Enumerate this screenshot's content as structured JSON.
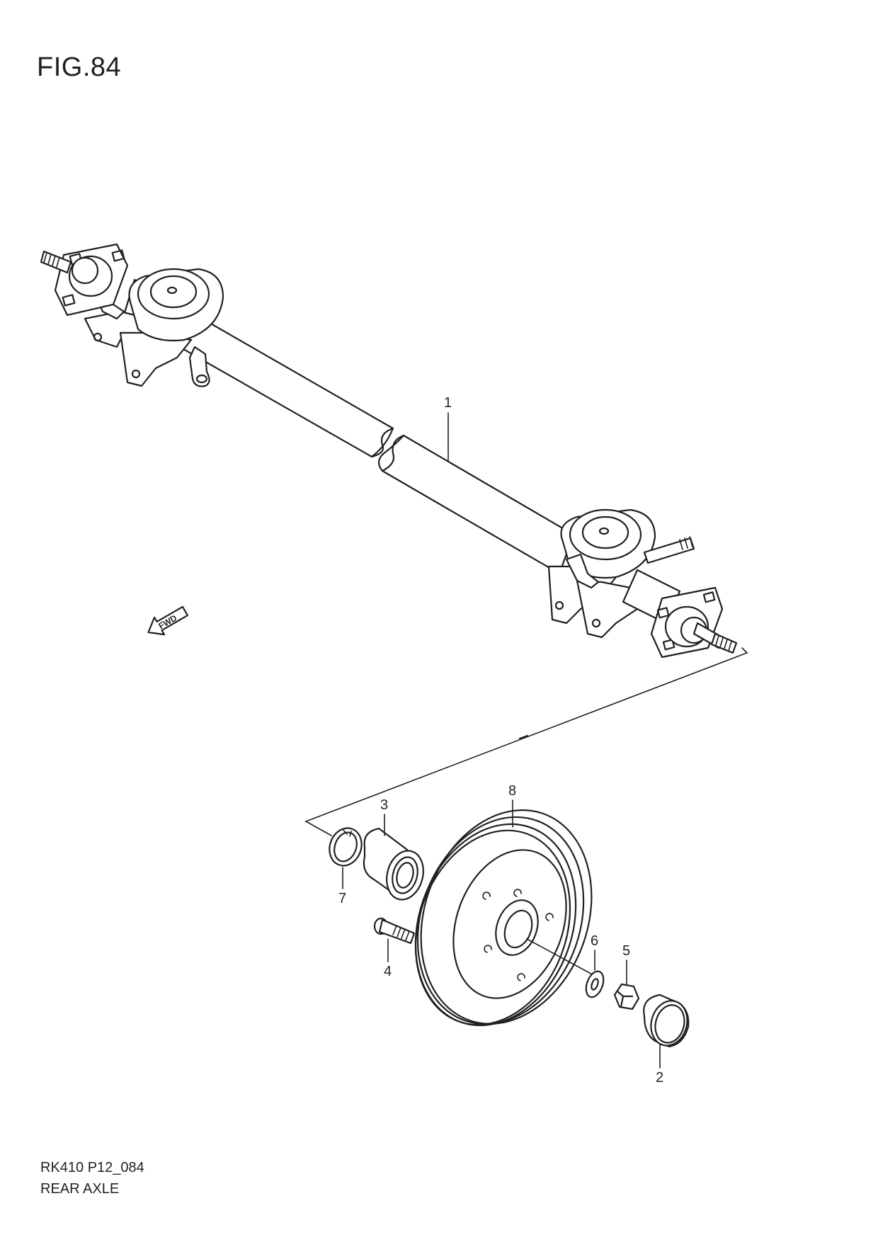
{
  "figure": {
    "title": "FIG.84",
    "model_code": "RK410 P12_084",
    "section_name": "REAR AXLE",
    "direction_label": "FWD"
  },
  "callouts": [
    {
      "id": "1"
    },
    {
      "id": "2"
    },
    {
      "id": "3"
    },
    {
      "id": "4"
    },
    {
      "id": "5"
    },
    {
      "id": "6"
    },
    {
      "id": "7"
    },
    {
      "id": "8"
    }
  ],
  "colors": {
    "line": "#231f20",
    "background": "#ffffff"
  }
}
